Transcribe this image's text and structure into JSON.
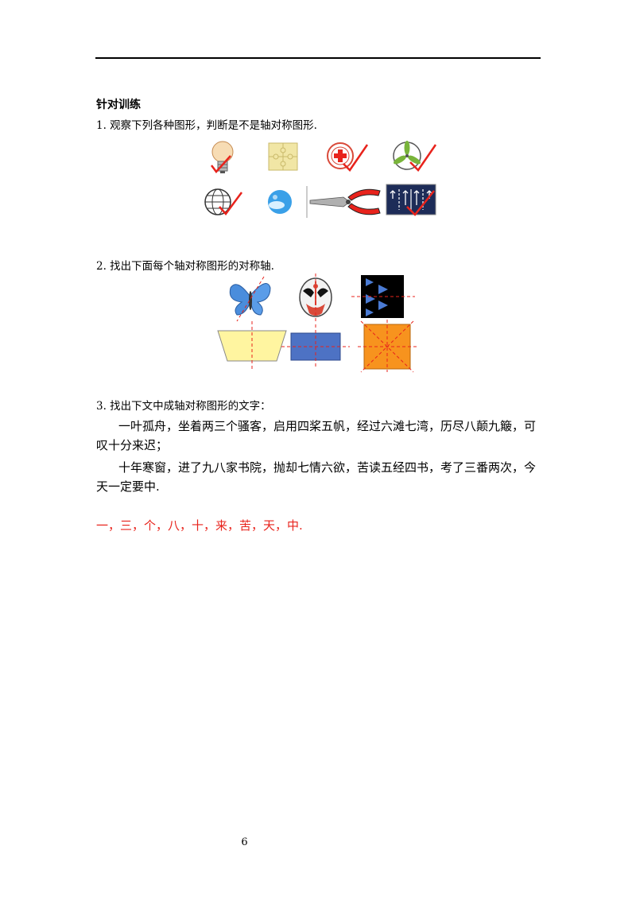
{
  "section_title": "针对训练",
  "q1": "1. 观察下列各种图形，判断是不是轴对称图形.",
  "q2": "2. 找出下面每个轴对称图形的对称轴.",
  "q3": "3. 找出下文中成轴对称图形的文字：",
  "para1": "一叶孤舟，坐着两三个骚客，启用四桨五帆，经过六滩七湾，历尽八颠九簸，可叹十分来迟；",
  "para2": "十年寒窗，进了九八家书院，抛却七情六欲，苦读五经四书，考了三番两次，今天一定要中.",
  "answer": "一，三，个，八，十，来，苦，天，中.",
  "page_number": "6",
  "colors": {
    "check": "#e8231c",
    "answer": "#e8231c",
    "axis": "#e8231c"
  },
  "icons": [
    "light-bulb-icon",
    "puzzle-icon",
    "red-cross-icon",
    "propeller-icon",
    "globe-icon",
    "ball-icon",
    "pliers-icon",
    "road-sign-icon",
    "butterfly-icon",
    "opera-mask-icon",
    "arrows-panel-icon"
  ]
}
